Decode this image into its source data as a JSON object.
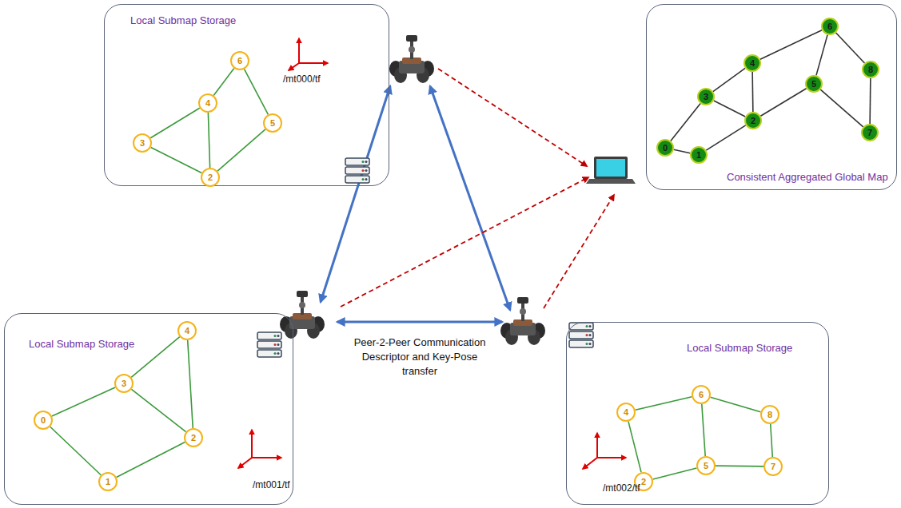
{
  "diagram": {
    "nodes": [
      {
        "text": [
          "Local Submap Storage"
        ]
      },
      {
        "text": [
          "6"
        ],
        "in": 0
      },
      {
        "text": [
          "4"
        ],
        "in": 0
      },
      {
        "text": [
          "3"
        ],
        "in": 0
      },
      {
        "text": [
          "5"
        ],
        "in": 0
      },
      {
        "text": [
          "2"
        ],
        "in": 0
      },
      {
        "text": [
          "Consistent Aggregated Global Map"
        ]
      },
      {
        "text": [
          "0"
        ],
        "in": 6
      },
      {
        "text": [
          "1"
        ],
        "in": 6
      },
      {
        "text": [
          "2"
        ],
        "in": 6
      },
      {
        "text": [
          "3"
        ],
        "in": 6
      },
      {
        "text": [
          "4"
        ],
        "in": 6
      },
      {
        "text": [
          "5"
        ],
        "in": 6
      },
      {
        "text": [
          "6"
        ],
        "in": 6
      },
      {
        "text": [
          "7"
        ],
        "in": 6
      },
      {
        "text": [
          "8"
        ],
        "in": 6
      },
      {
        "text": [
          "Local Submap Storage"
        ]
      },
      {
        "text": [
          "4"
        ],
        "in": 16
      },
      {
        "text": [
          "3"
        ],
        "in": 16
      },
      {
        "text": [
          "0"
        ],
        "in": 16
      },
      {
        "text": [
          "2"
        ],
        "in": 16
      },
      {
        "text": [
          "1"
        ],
        "in": 16
      },
      {
        "text": [
          "Local Submap Storage"
        ]
      },
      {
        "text": [
          "6"
        ],
        "in": 22
      },
      {
        "text": [
          "8"
        ],
        "in": 22
      },
      {
        "text": [
          "4"
        ],
        "in": 22
      },
      {
        "text": [
          "5"
        ],
        "in": 22
      },
      {
        "text": [
          "7"
        ],
        "in": 22
      },
      {
        "text": [
          "2"
        ],
        "in": 22
      }
    ],
    "edges": [
      {
        "from": 1,
        "to": 2,
        "arrow": "none"
      },
      {
        "from": 1,
        "to": 4,
        "arrow": "none"
      },
      {
        "from": 2,
        "to": 3,
        "arrow": "none"
      },
      {
        "from": 2,
        "to": 5,
        "arrow": "none"
      },
      {
        "from": 3,
        "to": 5,
        "arrow": "none"
      },
      {
        "from": 5,
        "to": 4,
        "arrow": "none"
      },
      {
        "from": 7,
        "to": 8,
        "arrow": "none"
      },
      {
        "from": 7,
        "to": 10,
        "arrow": "none"
      },
      {
        "from": 10,
        "to": 11,
        "arrow": "none"
      },
      {
        "from": 10,
        "to": 9,
        "arrow": "none"
      },
      {
        "from": 11,
        "to": 13,
        "arrow": "none"
      },
      {
        "from": 11,
        "to": 9,
        "arrow": "none"
      },
      {
        "from": 8,
        "to": 9,
        "arrow": "none"
      },
      {
        "from": 9,
        "to": 12,
        "arrow": "none"
      },
      {
        "from": 12,
        "to": 13,
        "arrow": "none"
      },
      {
        "from": 13,
        "to": 15,
        "arrow": "none"
      },
      {
        "from": 15,
        "to": 14,
        "arrow": "none"
      },
      {
        "from": 12,
        "to": 14,
        "arrow": "none"
      },
      {
        "from": 17,
        "to": 18,
        "arrow": "none"
      },
      {
        "from": 17,
        "to": 20,
        "arrow": "none"
      },
      {
        "from": 18,
        "to": 19,
        "arrow": "none"
      },
      {
        "from": 18,
        "to": 20,
        "arrow": "none"
      },
      {
        "from": 19,
        "to": 21,
        "arrow": "none"
      },
      {
        "from": 21,
        "to": 20,
        "arrow": "none"
      },
      {
        "from": 25,
        "to": 23,
        "arrow": "none"
      },
      {
        "from": 25,
        "to": 28,
        "arrow": "none"
      },
      {
        "from": 28,
        "to": 26,
        "arrow": "none"
      },
      {
        "from": 26,
        "to": 23,
        "arrow": "none"
      },
      {
        "from": 23,
        "to": 24,
        "arrow": "none"
      },
      {
        "from": 24,
        "to": 27,
        "arrow": "none"
      },
      {
        "from": 26,
        "to": 27,
        "arrow": "none"
      }
    ],
    "labels": [
      "/mt000/tf",
      "/mt001/tf",
      "/mt002/tf",
      "Peer-2-Peer Communication Descriptor and Key-Pose transfer"
    ]
  }
}
